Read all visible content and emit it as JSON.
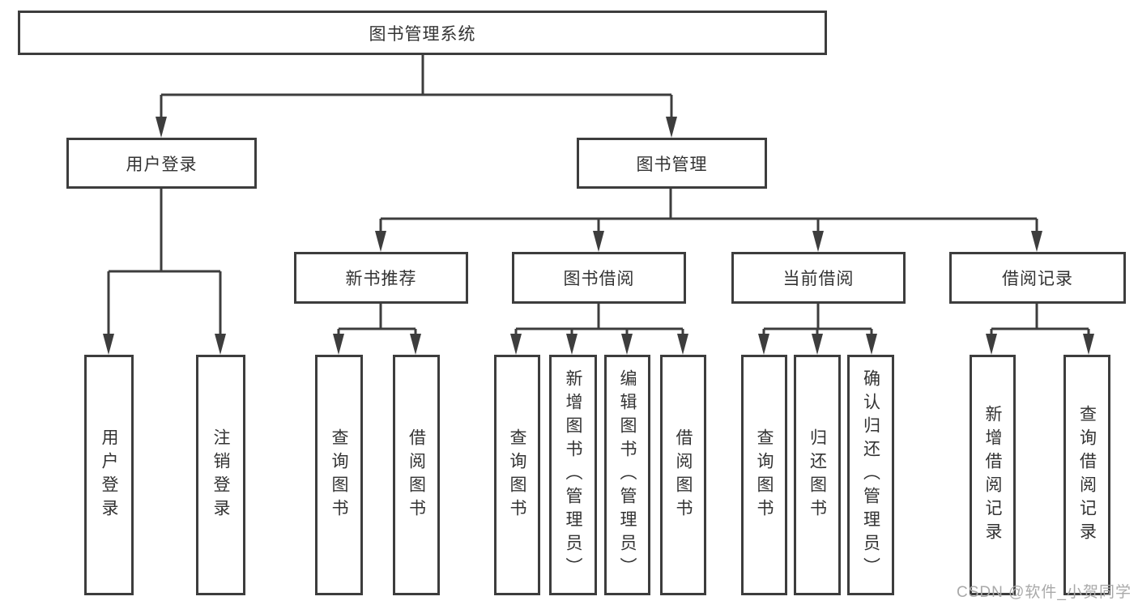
{
  "diagram": {
    "root": "图书管理系统",
    "login": {
      "label": "用户登录",
      "children": [
        "用户登录",
        "注销登录"
      ]
    },
    "management": {
      "label": "图书管理",
      "groups": [
        {
          "label": "新书推荐",
          "children": [
            "查询图书",
            "借阅图书"
          ]
        },
        {
          "label": "图书借阅",
          "children": [
            "查询图书",
            "新增图书（管理员）",
            "编辑图书（管理员）",
            "借阅图书"
          ]
        },
        {
          "label": "当前借阅",
          "children": [
            "查询图书",
            "归还图书",
            "确认归还（管理员）"
          ]
        },
        {
          "label": "借阅记录",
          "children": [
            "新增借阅记录",
            "查询借阅记录"
          ]
        }
      ]
    }
  },
  "watermark": "CSDN @软件_小贺同学",
  "colors": {
    "line": "#3d3d3d",
    "text": "#333333",
    "watermark": "#a9a9a9"
  }
}
